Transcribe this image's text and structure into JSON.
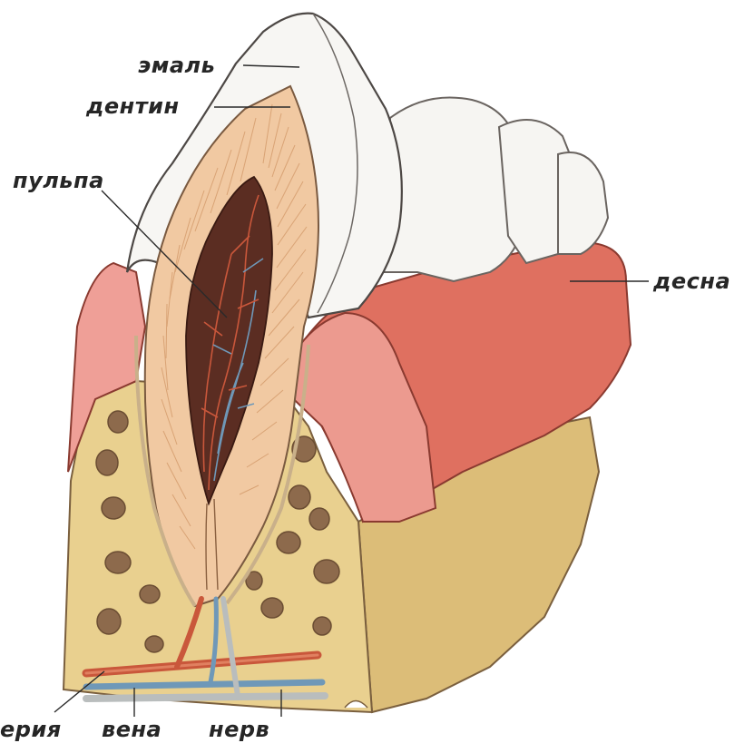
{
  "figure": {
    "labels": {
      "enamel": "эмаль",
      "dentin": "дентин",
      "pulp": "пульпа",
      "gum": "десна",
      "artery": "ерия",
      "vein": "вена",
      "nerve": "нерв"
    }
  },
  "colors": {
    "enamel": "#f7f6f3",
    "dentin": "#f1c9a2",
    "pulp": "#5b2d22",
    "gum": "#e07163",
    "gum_light": "#f0a6a0",
    "bone": "#e8cf8e",
    "bone_dark": "#d6b46a",
    "cavity": "#8e6a48",
    "artery": "#c9573b",
    "vein": "#6f98b8",
    "nerve": "#b9bdbd",
    "outline": "#5a4a3a"
  },
  "icons": [
    "tooth-crown-illustration",
    "pulp-vessels-illustration",
    "bone-cavities-illustration"
  ]
}
